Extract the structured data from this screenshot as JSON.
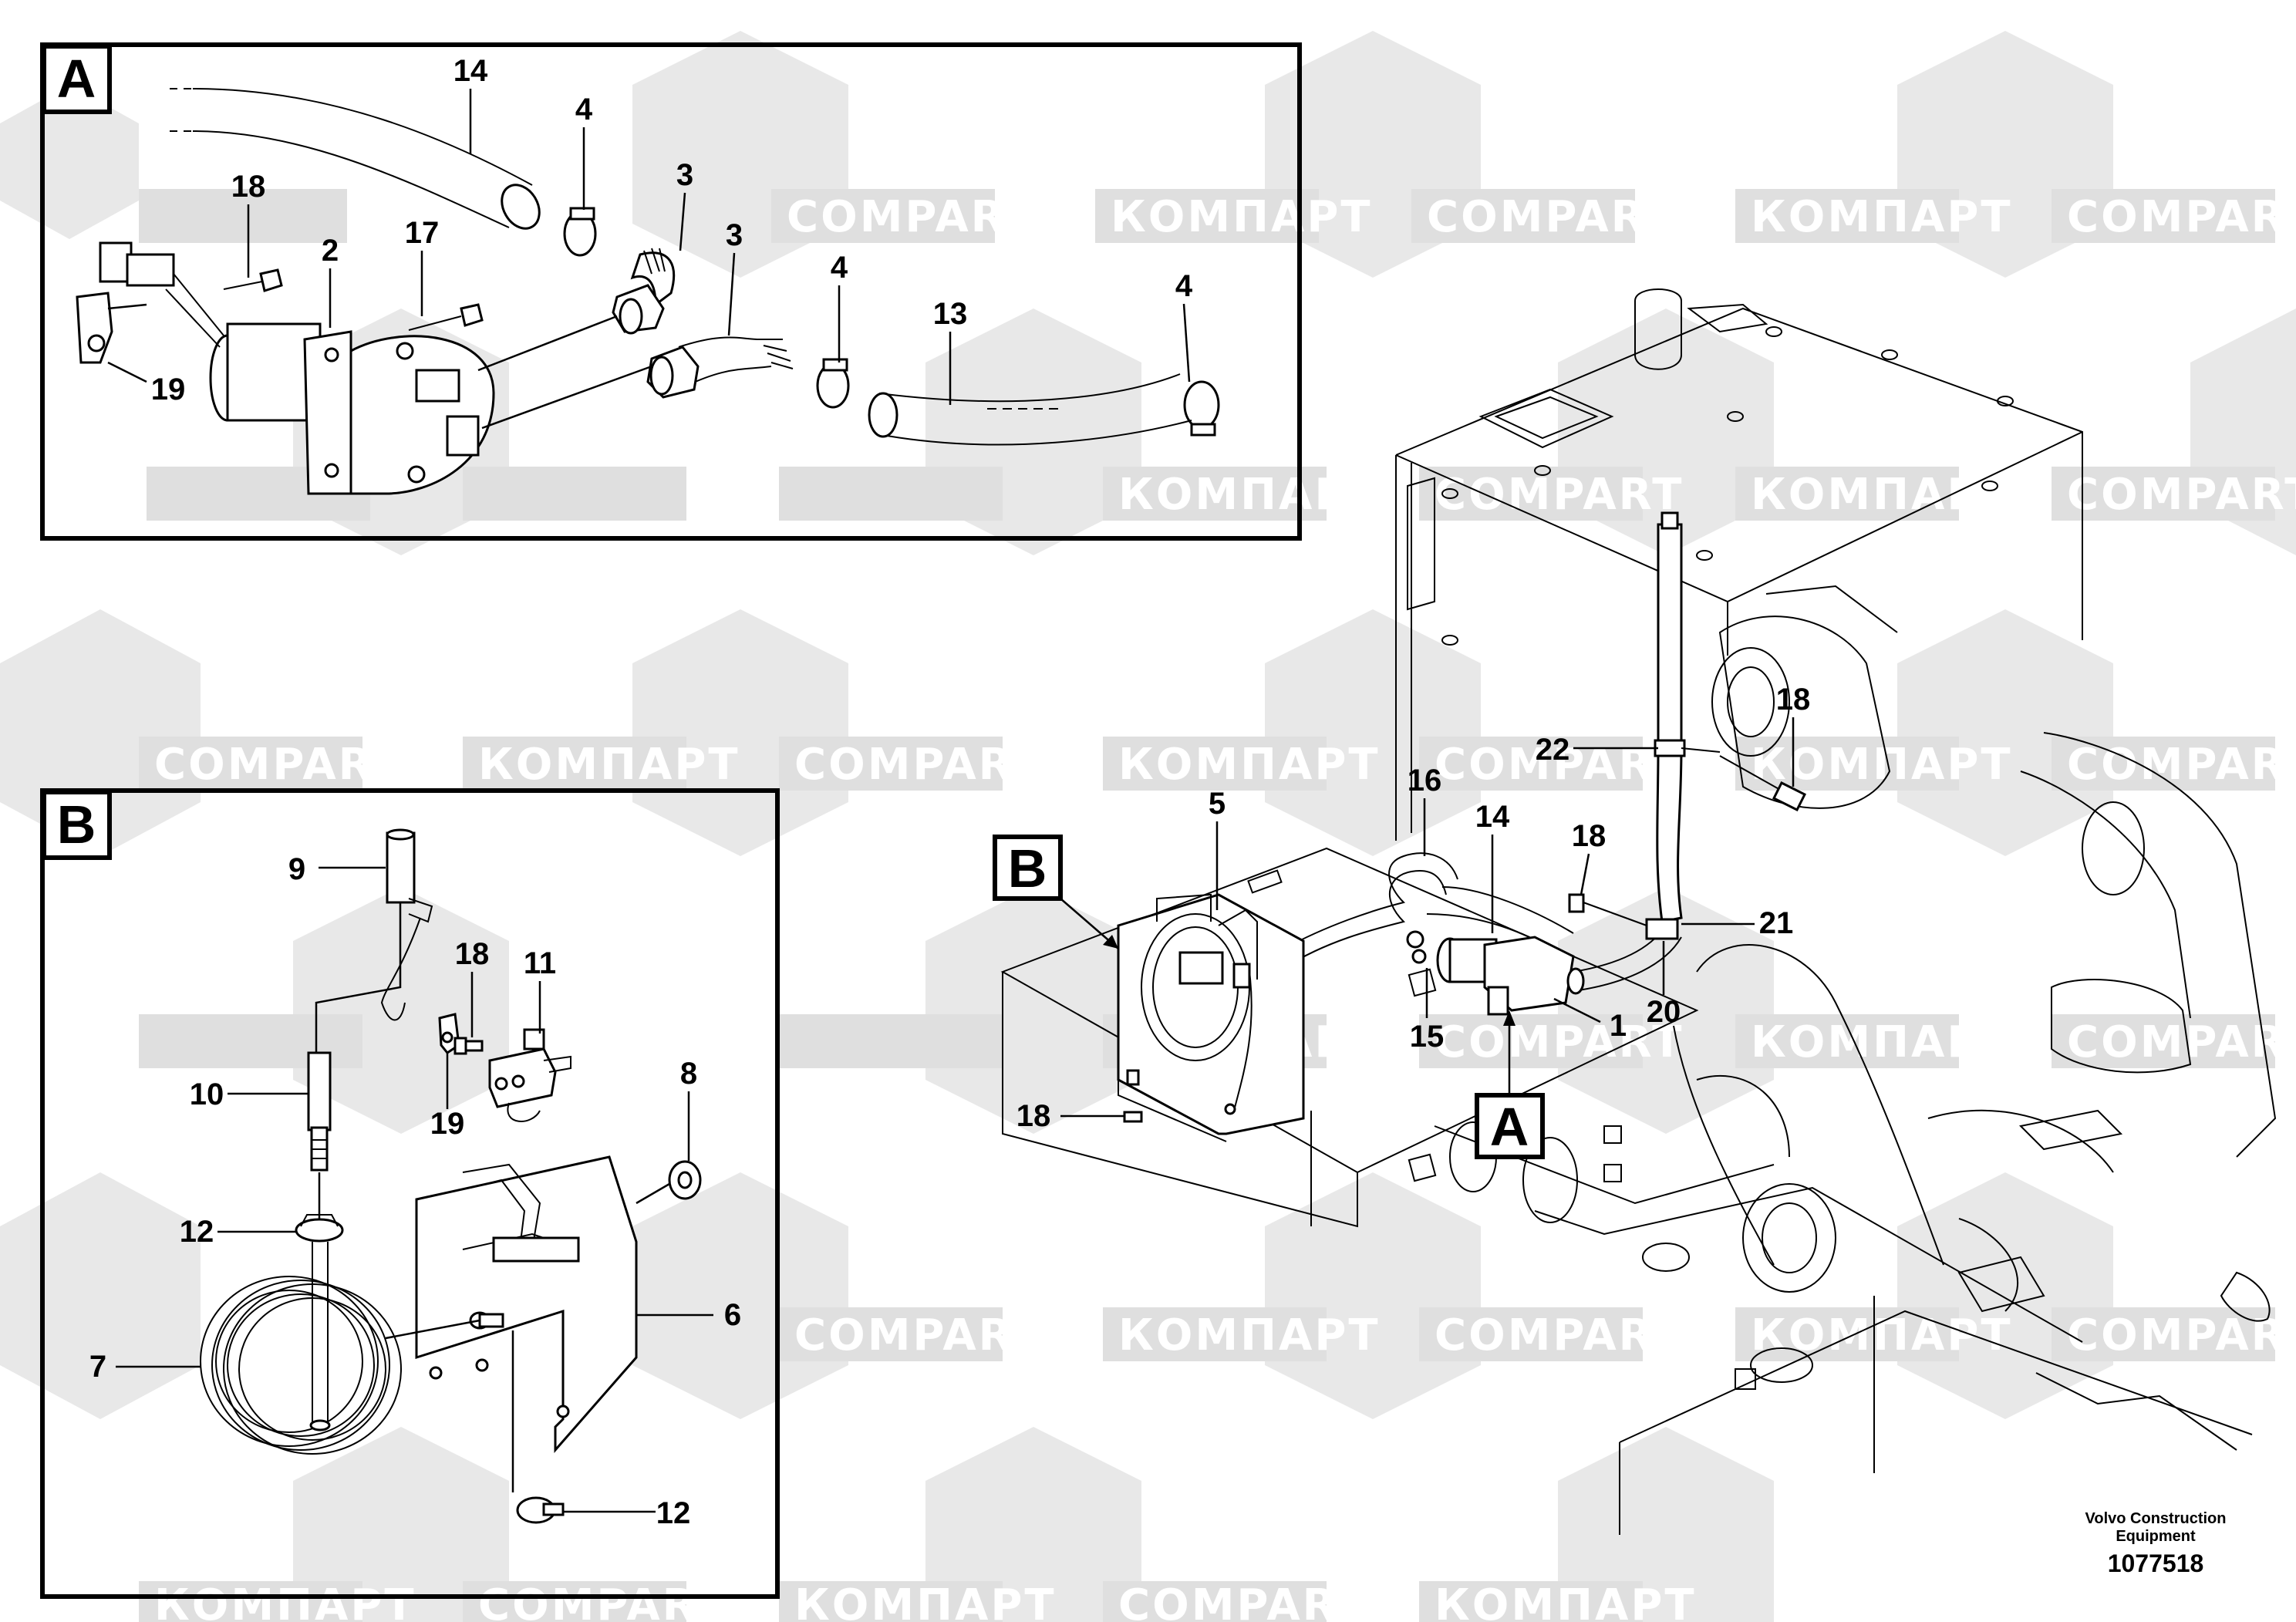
{
  "watermark": {
    "brand_latin": "COMPART",
    "brand_cyrillic": "КОМПАРТ"
  },
  "detail_a": {
    "label": "A",
    "callouts": [
      "14",
      "4",
      "3",
      "3",
      "18",
      "2",
      "17",
      "4",
      "13",
      "4",
      "19"
    ]
  },
  "detail_b": {
    "label": "B",
    "callouts": [
      "9",
      "18",
      "11",
      "10",
      "19",
      "8",
      "12",
      "6",
      "7",
      "12"
    ]
  },
  "main_view": {
    "callouts": [
      "5",
      "16",
      "14",
      "18",
      "22",
      "18",
      "21",
      "20",
      "1",
      "15",
      "18"
    ],
    "ref_a": "A",
    "ref_b": "B"
  },
  "footer": {
    "company_line1": "Volvo Construction",
    "company_line2": "Equipment",
    "drawing_number": "1077518"
  }
}
